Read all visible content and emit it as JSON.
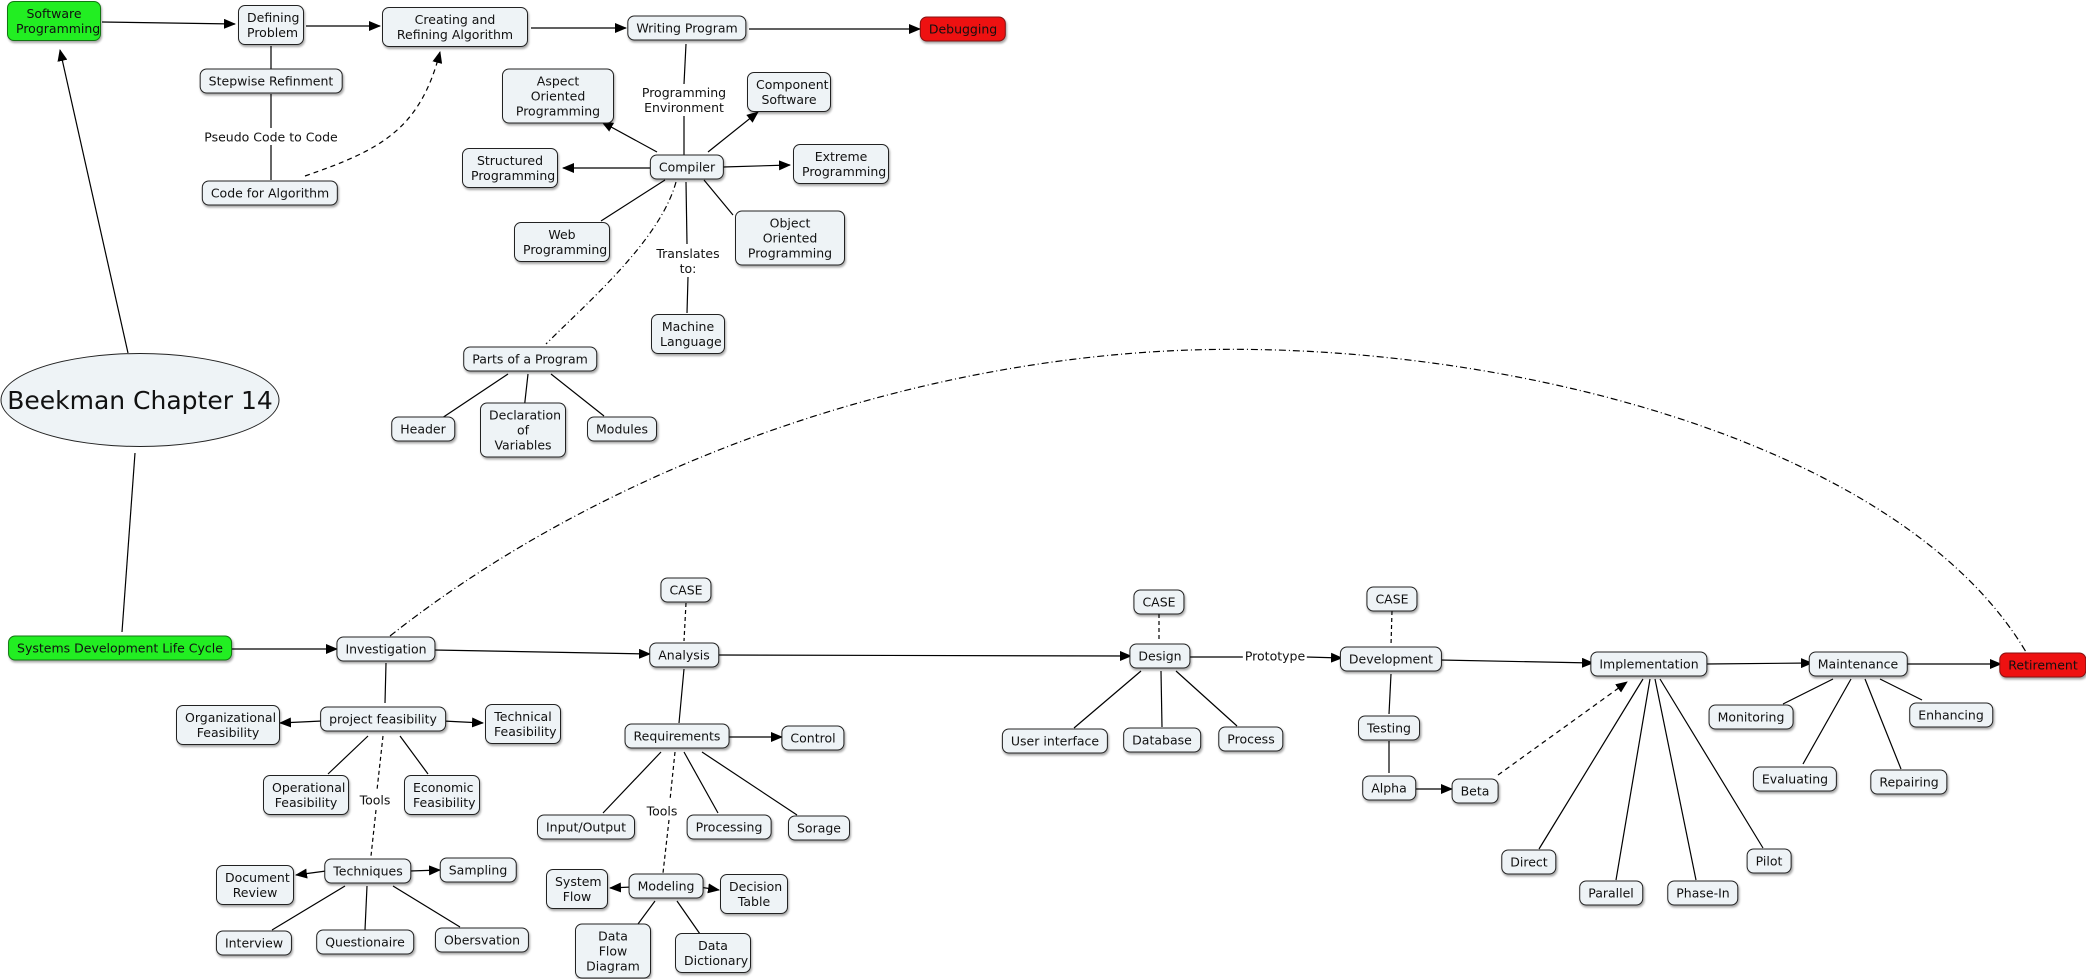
{
  "title": "Beekman Chapter 14",
  "nodes": {
    "software_programming": "Software Programming",
    "defining_problem": "Defining Problem",
    "creating_refining": "Creating and Refining Algorithm",
    "writing_program": "Writing Program",
    "debugging": "Debugging",
    "stepwise_refinment": "Stepwise Refinment",
    "code_for_algorithm": "Code for Algorithm",
    "aspect_oriented": "Aspect Oriented Programming",
    "component_software": "Component Software",
    "structured_programming": "Structured Programming",
    "compiler": "Compiler",
    "extreme_programming": "Extreme Programming",
    "web_programming": "Web Programming",
    "object_oriented": "Object Oriented Programming",
    "machine_language": "Machine Language",
    "parts_of_program": "Parts of a Program",
    "header": "Header",
    "declaration_variables": "Declaration of Variables",
    "modules": "Modules",
    "sdlc": "Systems Development Life Cycle",
    "investigation": "Investigation",
    "analysis": "Analysis",
    "case_analysis": "CASE",
    "design": "Design",
    "case_design": "CASE",
    "development": "Development",
    "case_development": "CASE",
    "implementation": "Implementation",
    "maintenance": "Maintenance",
    "retirement": "Retirement",
    "project_feasibility": "project feasibility",
    "organizational_feasibility": "Organizational Feasibility",
    "technical_feasibility": "Technical Feasibility",
    "operational_feasibility": "Operational Feasibility",
    "economic_feasibility": "Economic Feasibility",
    "techniques": "Techniques",
    "document_review": "Document Review",
    "sampling": "Sampling",
    "interview": "Interview",
    "questionaire": "Questionaire",
    "obersvation": "Obersvation",
    "requirements": "Requirements",
    "control": "Control",
    "input_output": "Input/Output",
    "processing": "Processing",
    "sorage": "Sorage",
    "modeling": "Modeling",
    "system_flow": "System Flow",
    "decision_table": "Decision Table",
    "data_flow_diagram": "Data Flow Diagram",
    "data_dictionary": "Data Dictionary",
    "user_interface": "User interface",
    "database": "Database",
    "process": "Process",
    "testing": "Testing",
    "alpha": "Alpha",
    "beta": "Beta",
    "direct": "Direct",
    "parallel": "Parallel",
    "phase_in": "Phase-In",
    "pilot": "Pilot",
    "monitoring": "Monitoring",
    "evaluating": "Evaluating",
    "repairing": "Repairing",
    "enhancing": "Enhancing"
  },
  "link_labels": {
    "pseudo_code": "Pseudo Code to Code",
    "programming_environment": "Programming Environment",
    "translates_to": "Translates to:",
    "tools_feasibility": "Tools",
    "tools_requirements": "Tools",
    "prototype": "Prototype"
  },
  "colors": {
    "start_node": "#22ee22",
    "end_node": "#ee1111",
    "node_fill": "#eef3f6"
  }
}
